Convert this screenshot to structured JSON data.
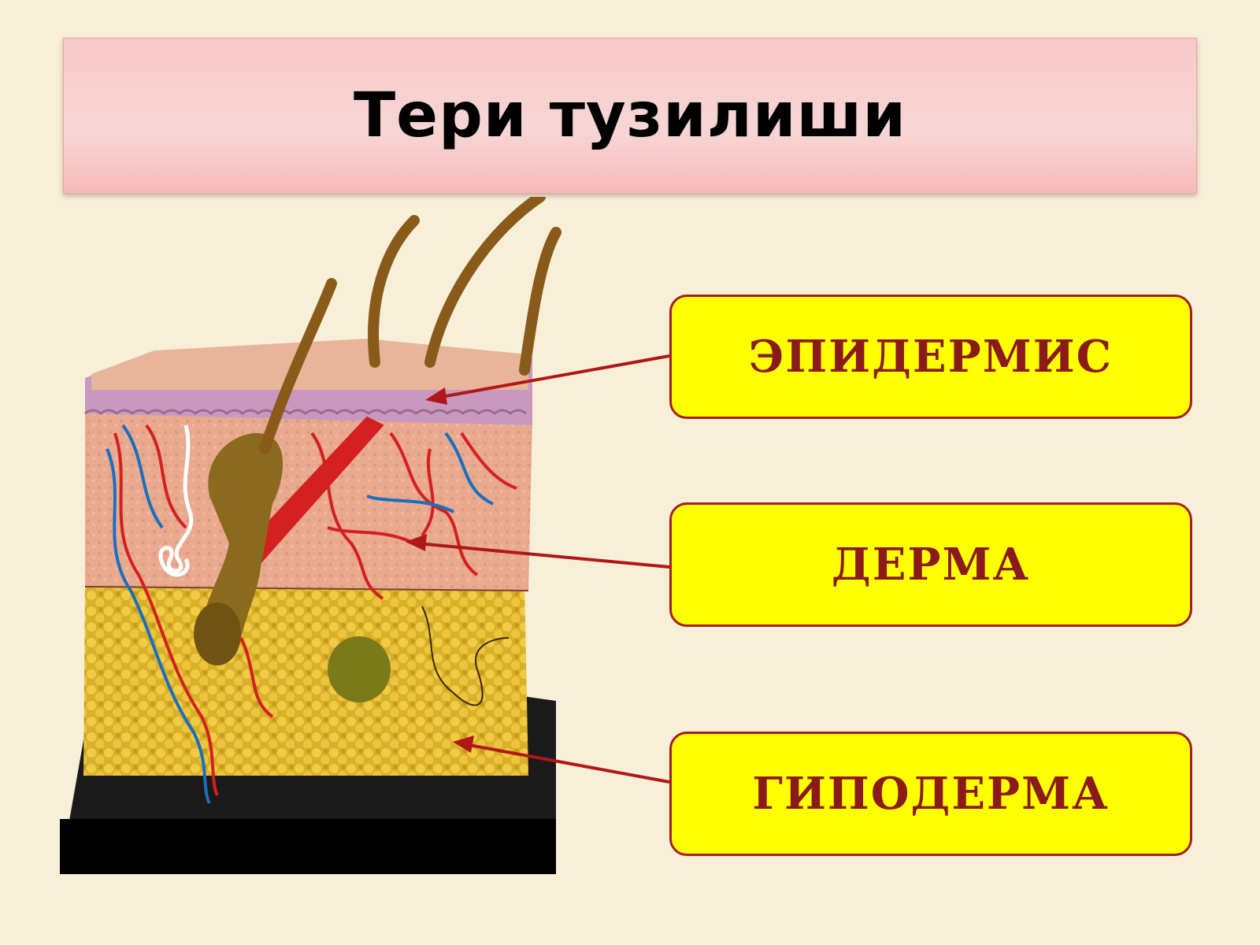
{
  "title": "Тери тузилиши",
  "labels": [
    {
      "id": "epidermis",
      "text": "ЭПИДЕРМИС"
    },
    {
      "id": "dermis",
      "text": "ДЕРМА"
    },
    {
      "id": "hypodermis",
      "text": "ГИПОДЕРМА"
    }
  ],
  "colors": {
    "background": "#f8efd9",
    "label_fill": "#ffff00",
    "label_border": "#a32020",
    "label_text": "#8b1a1a",
    "arrow": "#b01818"
  }
}
